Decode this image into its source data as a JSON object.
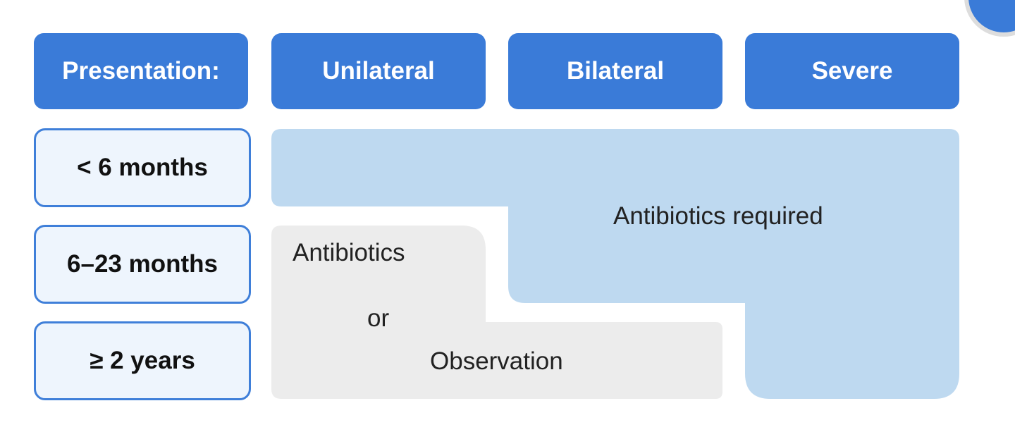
{
  "header": {
    "corner": "Presentation:",
    "columns": [
      "Unilateral",
      "Bilateral",
      "Severe"
    ]
  },
  "rows": [
    "< 6 months",
    "6–23 months",
    "≥ 2 years"
  ],
  "regions": {
    "antibiotics_required": "Antibiotics required",
    "option_line1": "Antibiotics",
    "option_line2": "or",
    "option_line3": "Observation"
  },
  "colors": {
    "header_blue": "#3a7bd8",
    "required_fill": "#bed9f0",
    "option_fill": "#ececec",
    "row_fill": "#eef5fd"
  }
}
